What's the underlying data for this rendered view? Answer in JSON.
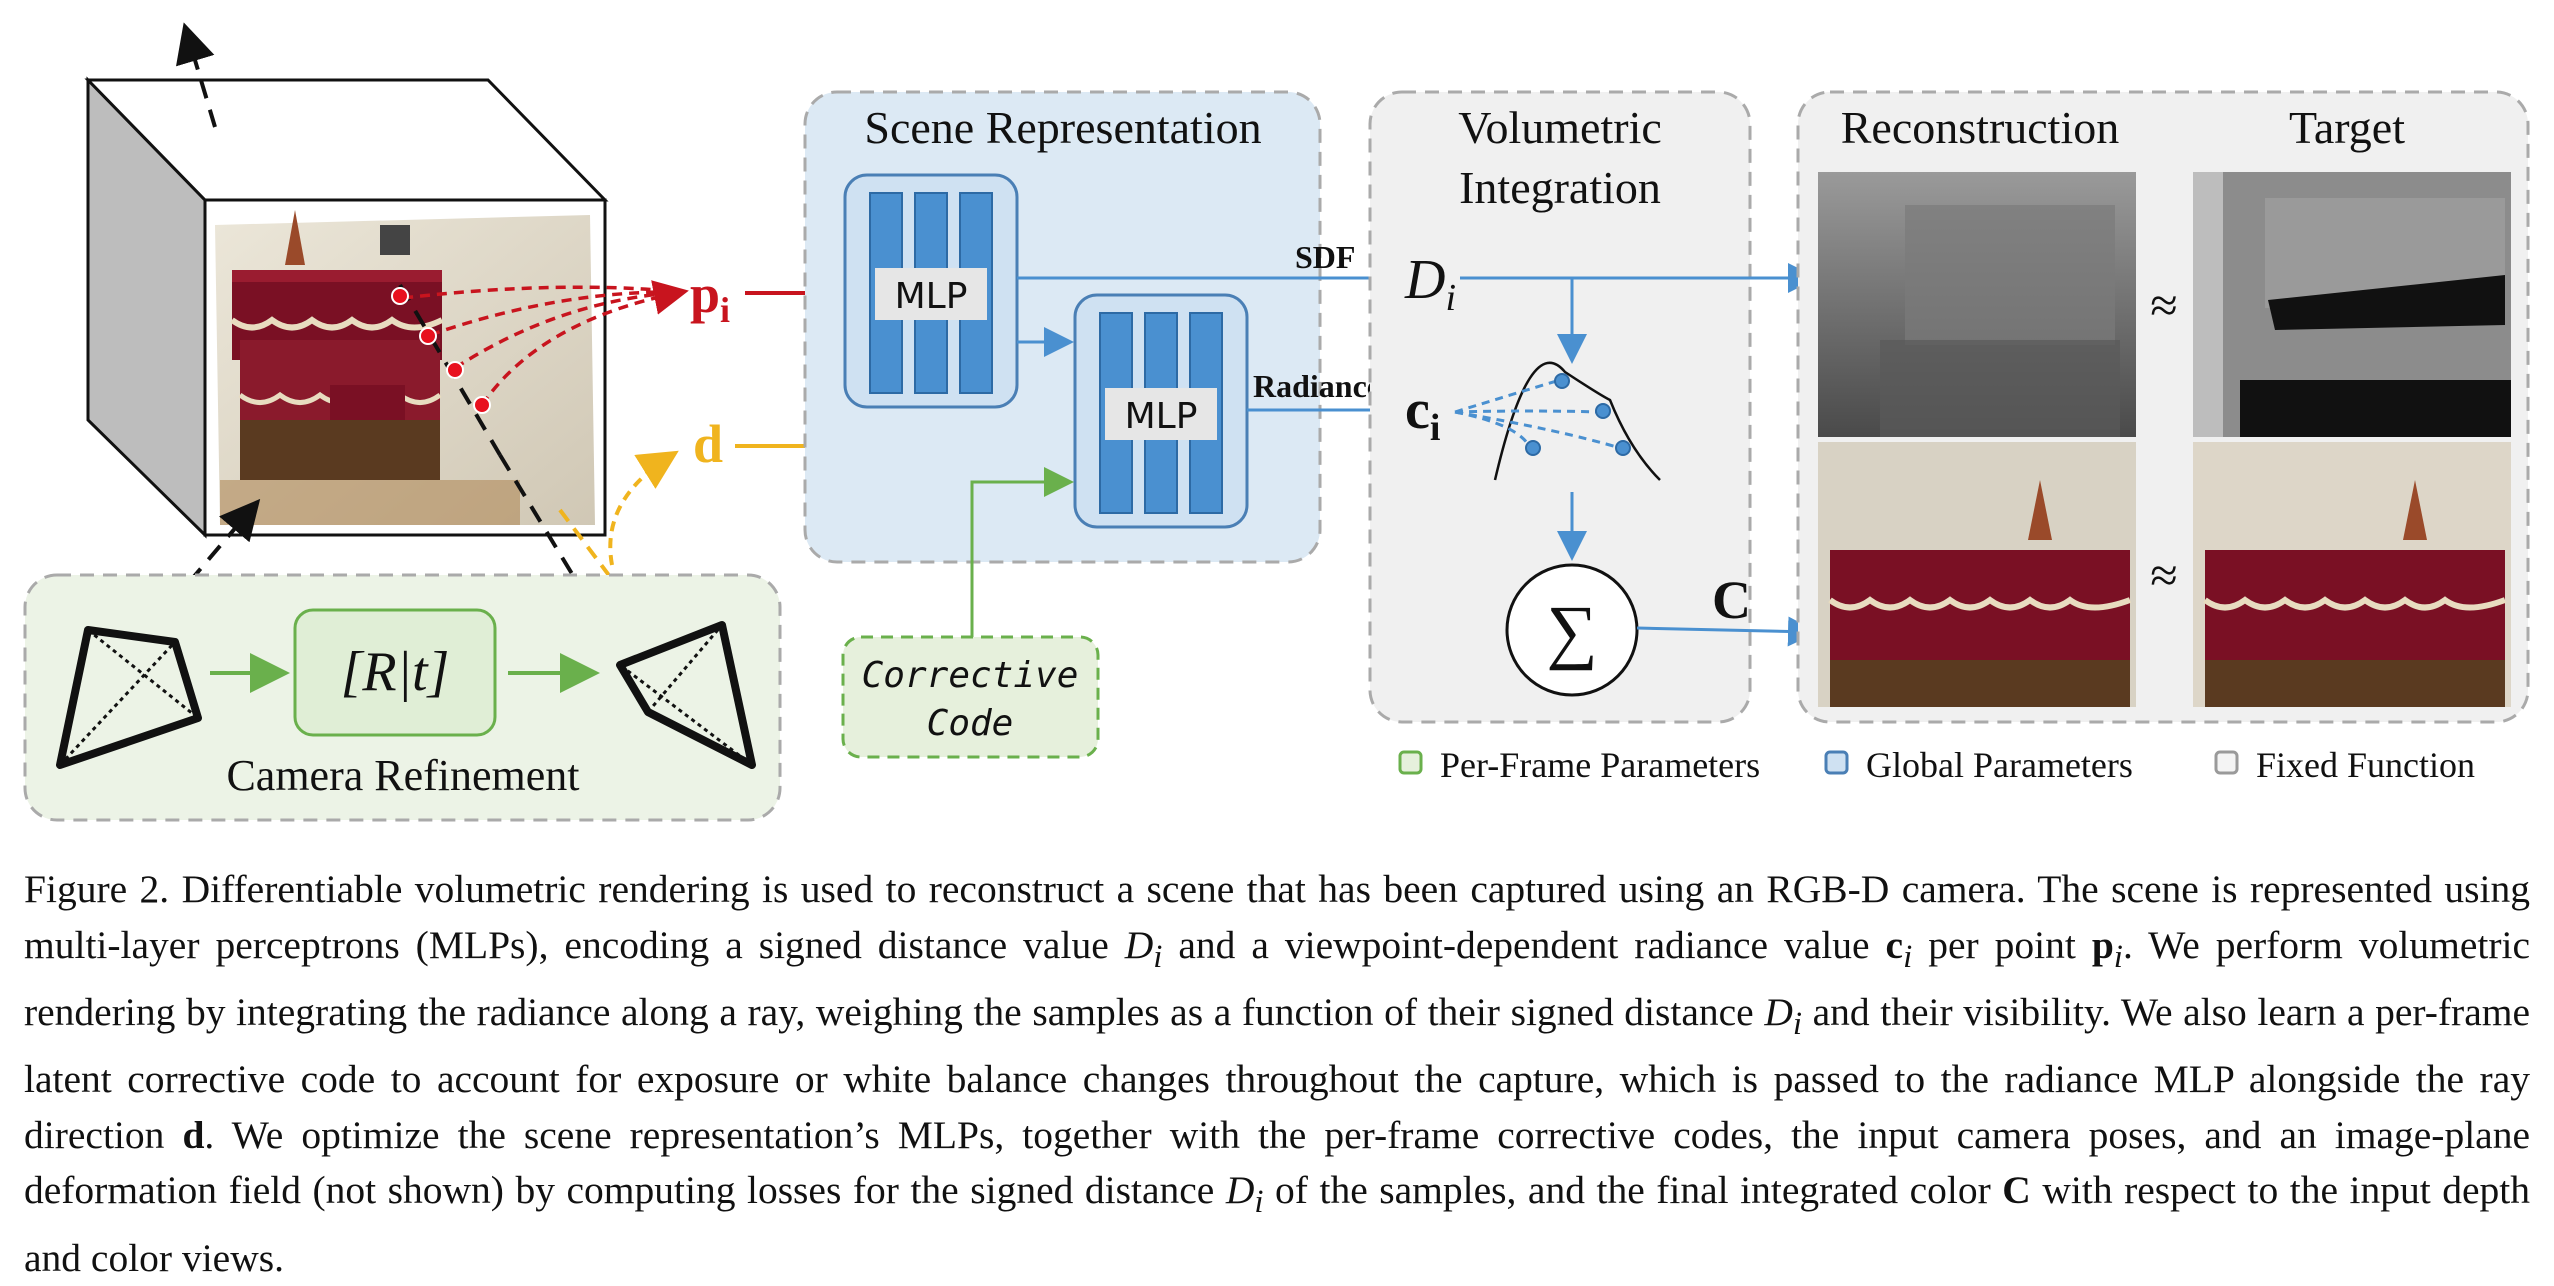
{
  "diagram": {
    "camera_refinement": {
      "label": "Camera Refinement",
      "matrix_label": "[R|t]"
    },
    "scene_representation": {
      "label": "Scene Representation",
      "mlp1_label": "MLP",
      "mlp2_label": "MLP"
    },
    "corrective_code": {
      "line1": "Corrective",
      "line2": "Code"
    },
    "volumetric_integration": {
      "line1": "Volumetric",
      "line2": "Integration",
      "sum_symbol": "∑"
    },
    "symbols": {
      "p_main": "p",
      "p_sub": "i",
      "d": "d",
      "D_main": "D",
      "D_sub": "i",
      "c_main": "c",
      "c_sub": "i",
      "C": "C",
      "sdf": "SDF",
      "radiance": "Radiance"
    },
    "output": {
      "reconstruction": "Reconstruction",
      "target": "Target",
      "approx": "≈"
    },
    "legend": [
      {
        "label": "Per-Frame Parameters",
        "color": "#7cb85c"
      },
      {
        "label": "Global Parameters",
        "color": "#4a90d0"
      },
      {
        "label": "Fixed Function",
        "color": "#9a9a9a"
      }
    ],
    "colors": {
      "red": "#c8141e",
      "yellow": "#f0b41e",
      "blue": "#4a90d0",
      "green": "#6ab04c"
    }
  },
  "caption": {
    "fig_label": "Figure 2.",
    "s1": "Differentiable volumetric rendering is used to reconstruct a scene that has been captured using an RGB-D camera. The scene is represented using multi-layer perceptrons (MLPs), encoding a signed distance value ",
    "D": "D",
    "i": "i",
    "s2": " and a viewpoint-dependent radiance value ",
    "c": "c",
    "s3": " per point ",
    "p": "p",
    "s4": ". We perform volumetric rendering by integrating the radiance along a ray, weighing the samples as a function of their signed distance ",
    "s5": " and their visibility. We also learn a per-frame latent corrective code to account for exposure or white balance changes throughout the capture, which is passed to the radiance MLP alongside the ray direction ",
    "d": "d",
    "s6": ". We optimize the scene representation’s MLPs, together with the per-frame corrective codes, the input camera poses, and an image-plane deformation field (not shown) by computing losses for the signed distance ",
    "s7": " of the samples, and the final integrated color ",
    "C": "C",
    "s8": " with respect to the input depth and color views."
  }
}
